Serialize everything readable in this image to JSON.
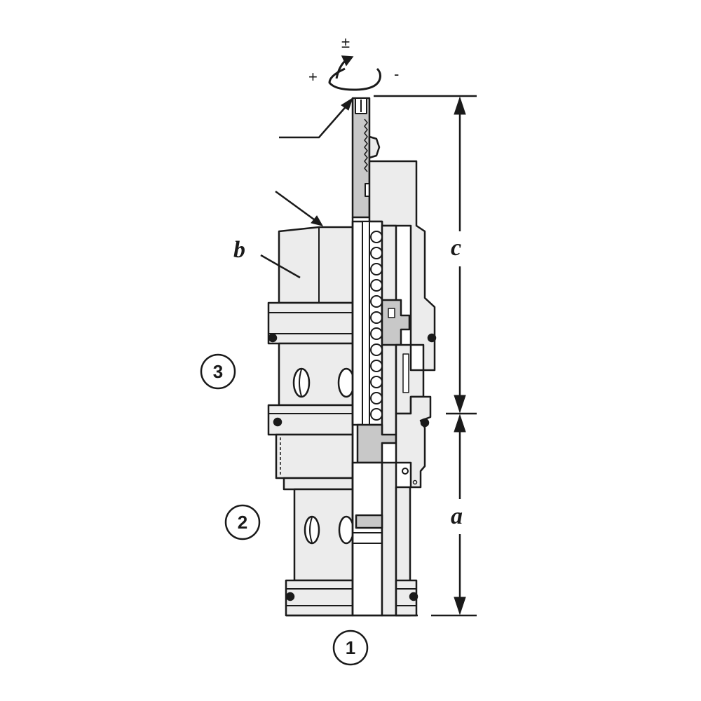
{
  "adjust": {
    "increase_sign": "+",
    "decrease_sign": "-",
    "plusminus_sign": "±"
  },
  "dimensions": {
    "a": "a",
    "b": "b",
    "c": "c"
  },
  "ports": {
    "port_1": "1",
    "port_2": "2",
    "port_3": "3"
  },
  "colors": {
    "line": "#1a1a1a",
    "body_fill": "#ececec",
    "section_fill": "#c8c8c8",
    "dark_fill": "#9a9a9a",
    "background": "#ffffff"
  }
}
